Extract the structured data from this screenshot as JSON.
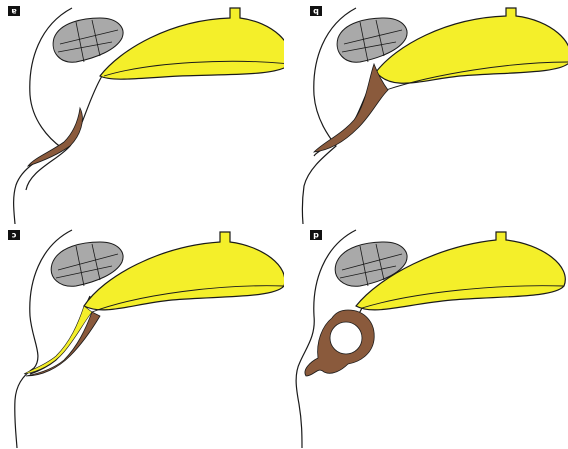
{
  "panels": [
    {
      "id": "a",
      "label": "a",
      "variant": "a"
    },
    {
      "id": "b",
      "label": "b",
      "variant": "b"
    },
    {
      "id": "c",
      "label": "c",
      "variant": "c"
    },
    {
      "id": "d",
      "label": "d",
      "variant": "d"
    }
  ],
  "colors": {
    "outline": "#1a1a1a",
    "fluid": "#f4ef2a",
    "tissue": "#8a5a3c",
    "grid_fill": "#a9a9a9",
    "background": "#ffffff"
  }
}
